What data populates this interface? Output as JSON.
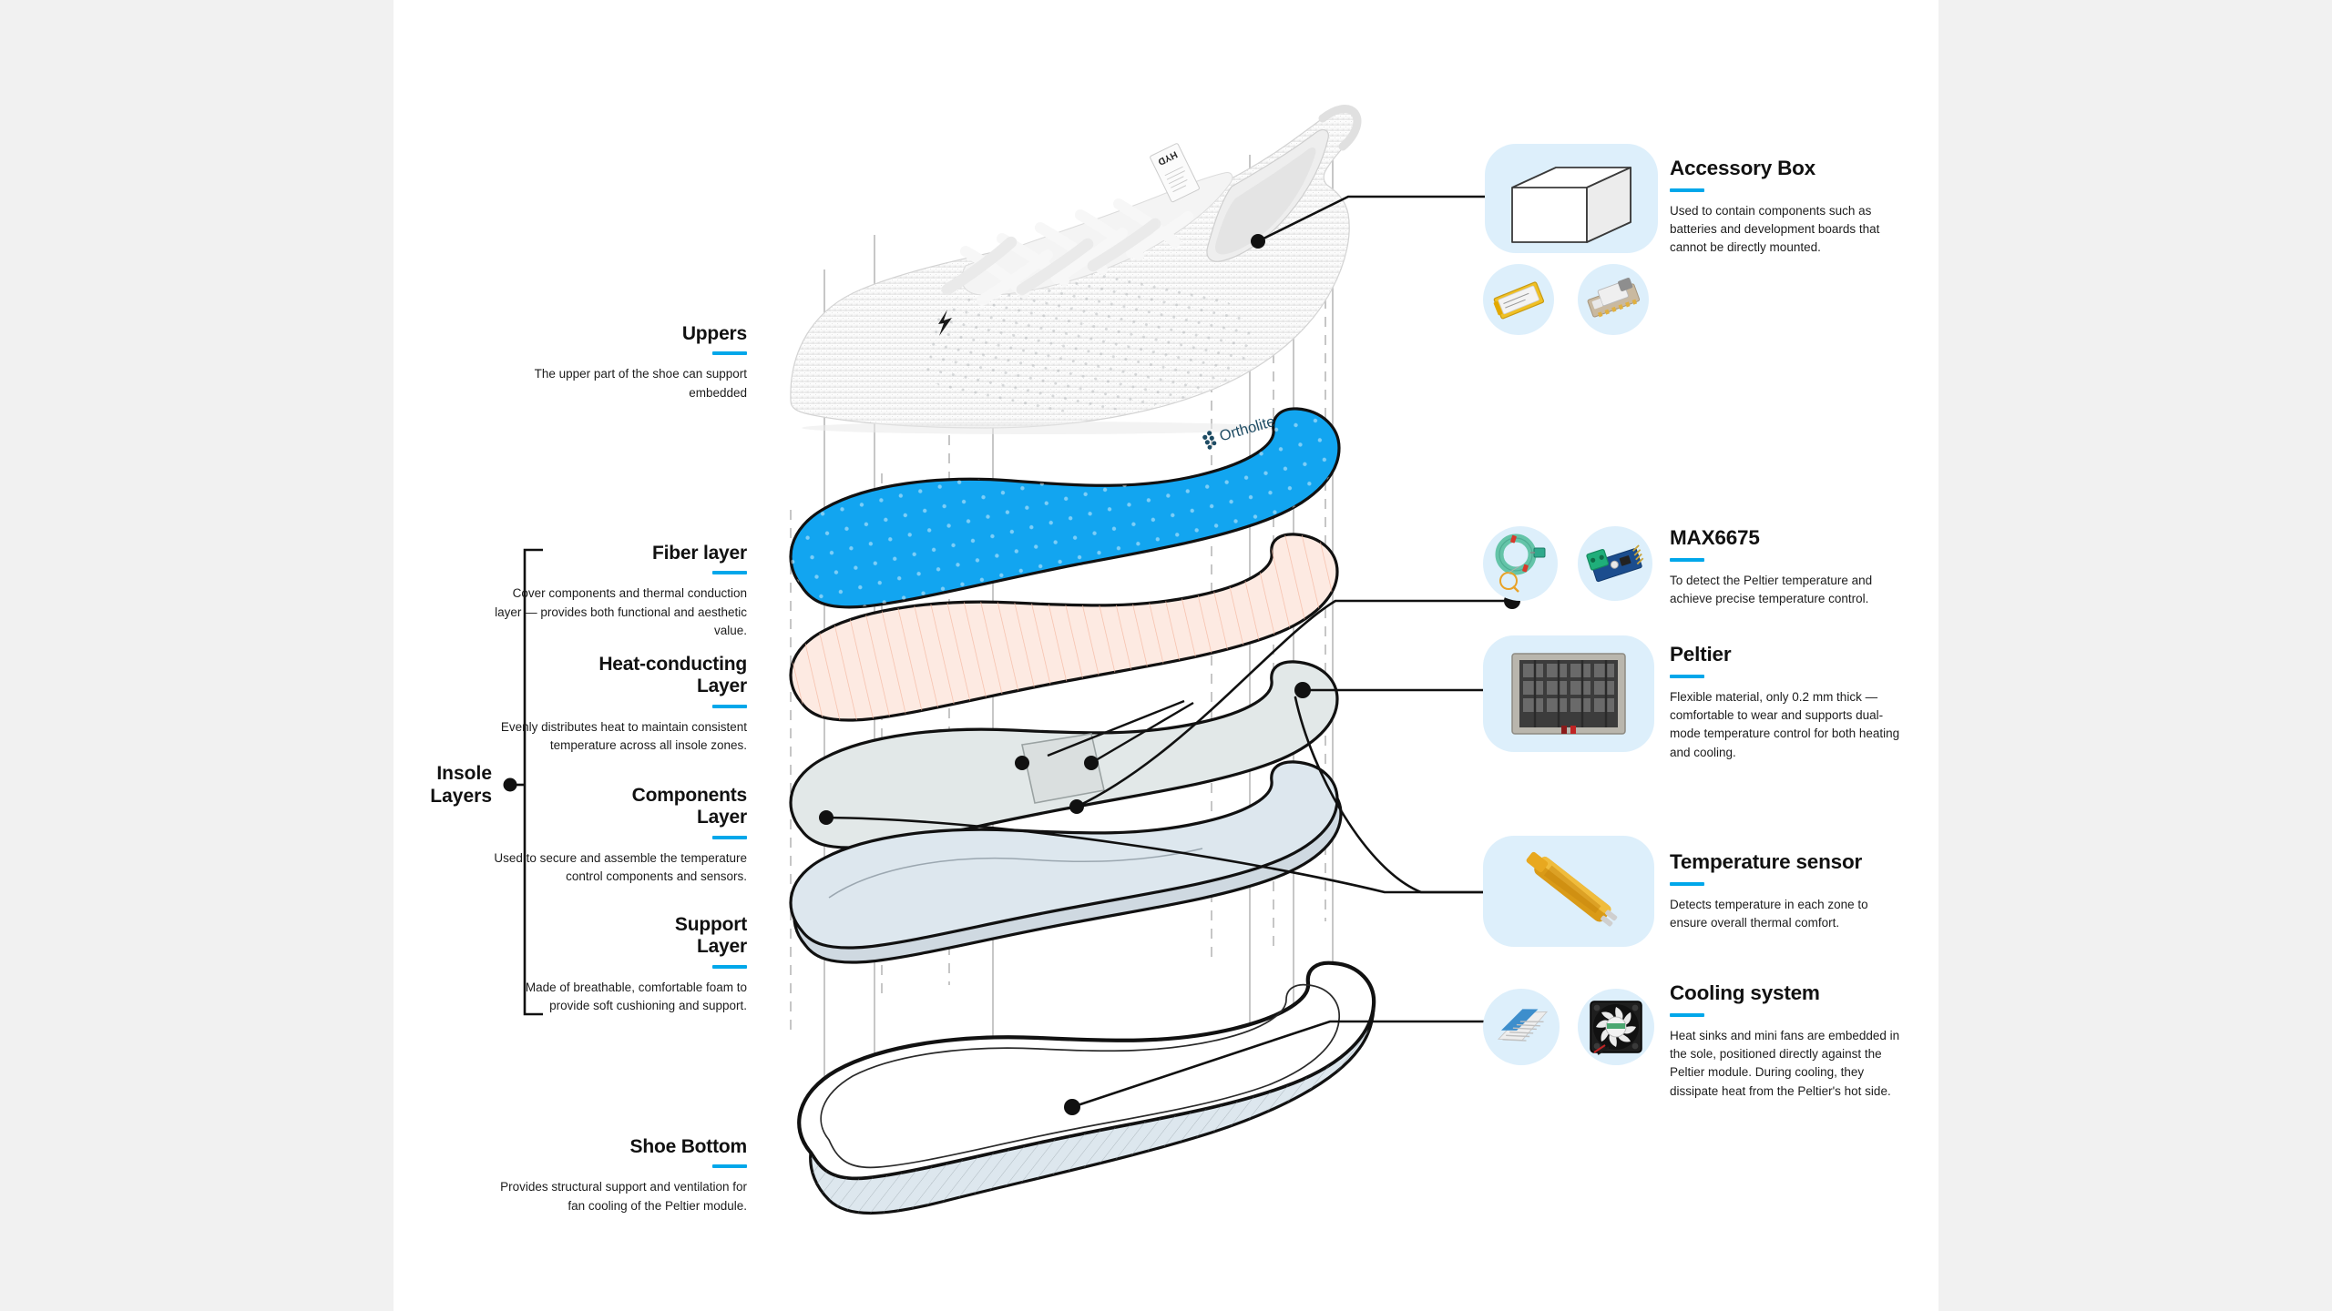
{
  "theme": {
    "page_background": "#f1f1f1",
    "sheet_background": "#ffffff",
    "accent": "#00a7ea",
    "bubble_background": "#ddeffb",
    "fiber_layer_fill": "#12a5f0",
    "heat_layer_fill": "#fdeae2",
    "components_layer_fill": "#e2e8e8",
    "support_layer_fill": "#dde7ee",
    "outline": "#111111"
  },
  "group_label": {
    "title": "Insole\nLayers"
  },
  "left_labels": [
    {
      "id": "uppers",
      "title": "Uppers",
      "desc": "The upper part of the shoe can support embedded"
    },
    {
      "id": "fiber-layer",
      "title": "Fiber layer",
      "desc": "Cover components and thermal conduction layer — provides both functional and aesthetic value."
    },
    {
      "id": "heat-conducting-layer",
      "title": "Heat-conducting\nLayer",
      "desc": "Evenly distributes heat to maintain consistent temperature across all insole zones."
    },
    {
      "id": "components-layer",
      "title": "Components\nLayer",
      "desc": "Used to secure and assemble the temperature control components and sensors."
    },
    {
      "id": "support-layer",
      "title": "Support\nLayer",
      "desc": "Made of breathable, comfortable foam to provide soft cushioning and support."
    },
    {
      "id": "shoe-bottom",
      "title": "Shoe Bottom",
      "desc": "Provides structural support and ventilation for fan cooling of the Peltier module."
    }
  ],
  "right_panels": [
    {
      "id": "accessory-box",
      "title": "Accessory Box",
      "desc": "Used to contain components such as batteries and development boards that cannot be directly mounted.",
      "thumbnails": [
        "cardboard-box-icon",
        "lipo-battery-icon",
        "dev-board-icon"
      ]
    },
    {
      "id": "max6675",
      "title": "MAX6675",
      "desc": "To detect the Peltier temperature and achieve precise temperature control.",
      "thumbnails": [
        "thermocouple-probe-icon",
        "max6675-module-icon"
      ]
    },
    {
      "id": "peltier",
      "title": "Peltier",
      "desc": "Flexible material, only 0.2 mm thick — comfortable to wear and supports dual-mode temperature control for both heating and cooling.",
      "thumbnails": [
        "peltier-module-icon"
      ]
    },
    {
      "id": "temperature-sensor",
      "title": "Temperature sensor",
      "desc": "Detects temperature in each zone to ensure overall thermal comfort.",
      "thumbnails": [
        "film-temperature-sensor-icon"
      ]
    },
    {
      "id": "cooling-system",
      "title": "Cooling system",
      "desc": "Heat sinks and mini fans are embedded in the sole, positioned directly against the Peltier module. During cooling, they dissipate heat from the Peltier's hot side.",
      "thumbnails": [
        "heat-sink-icon",
        "mini-fan-icon"
      ]
    }
  ],
  "artwork": {
    "shoe_brand_tag": "HYD",
    "insole_brand_mark": "Ortholite"
  }
}
